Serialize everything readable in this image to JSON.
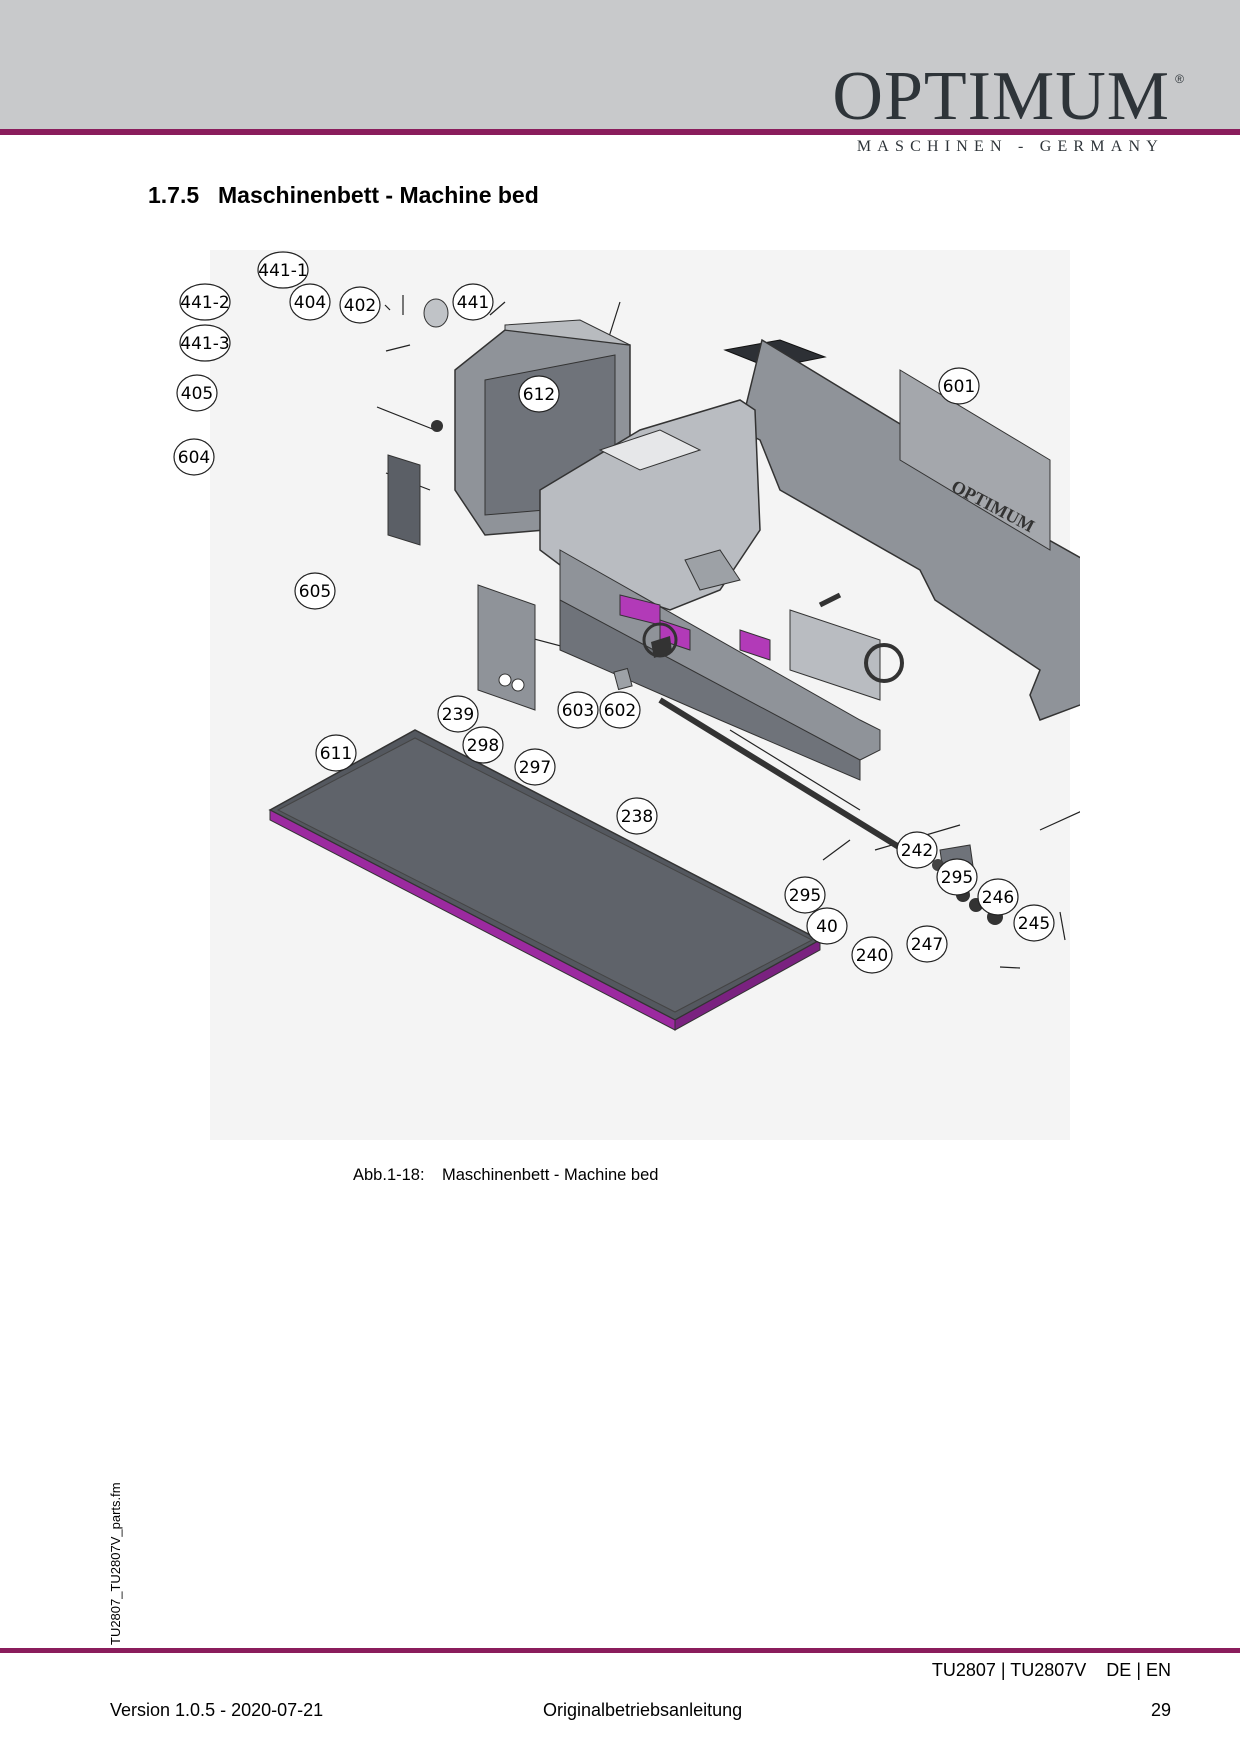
{
  "header": {
    "brand": "OPTIMUM",
    "registered": "®",
    "tagline": "MASCHINEN - GERMANY"
  },
  "section": {
    "number": "1.7.5",
    "title": "Maschinenbett - Machine bed"
  },
  "figure": {
    "callouts": [
      "441-1",
      "441-2",
      "404",
      "402",
      "441",
      "441-3",
      "405",
      "604",
      "612",
      "601",
      "605",
      "239",
      "603",
      "602",
      "298",
      "611",
      "297",
      "238",
      "242",
      "295",
      "295",
      "246",
      "245",
      "40",
      "247",
      "240"
    ],
    "logo_text": "OPTIMUM",
    "caption_number": "Abb.1-18:",
    "caption_text": "Maschinenbett - Machine bed"
  },
  "side_note": "TU2807_TU2807V_parts.fm",
  "footer": {
    "model": "TU2807 | TU2807V    DE | EN",
    "version": "Version 1.0.5 - 2020-07-21",
    "doc_title": "Originalbetriebsanleitung",
    "page": "29"
  },
  "colors": {
    "header_band": "#c8c9cb",
    "accent": "#8a1d5c",
    "logo": "#2e3439",
    "part_grey": "#8f9399",
    "part_dark": "#4a4e55",
    "highlight": "#b23ab8"
  }
}
